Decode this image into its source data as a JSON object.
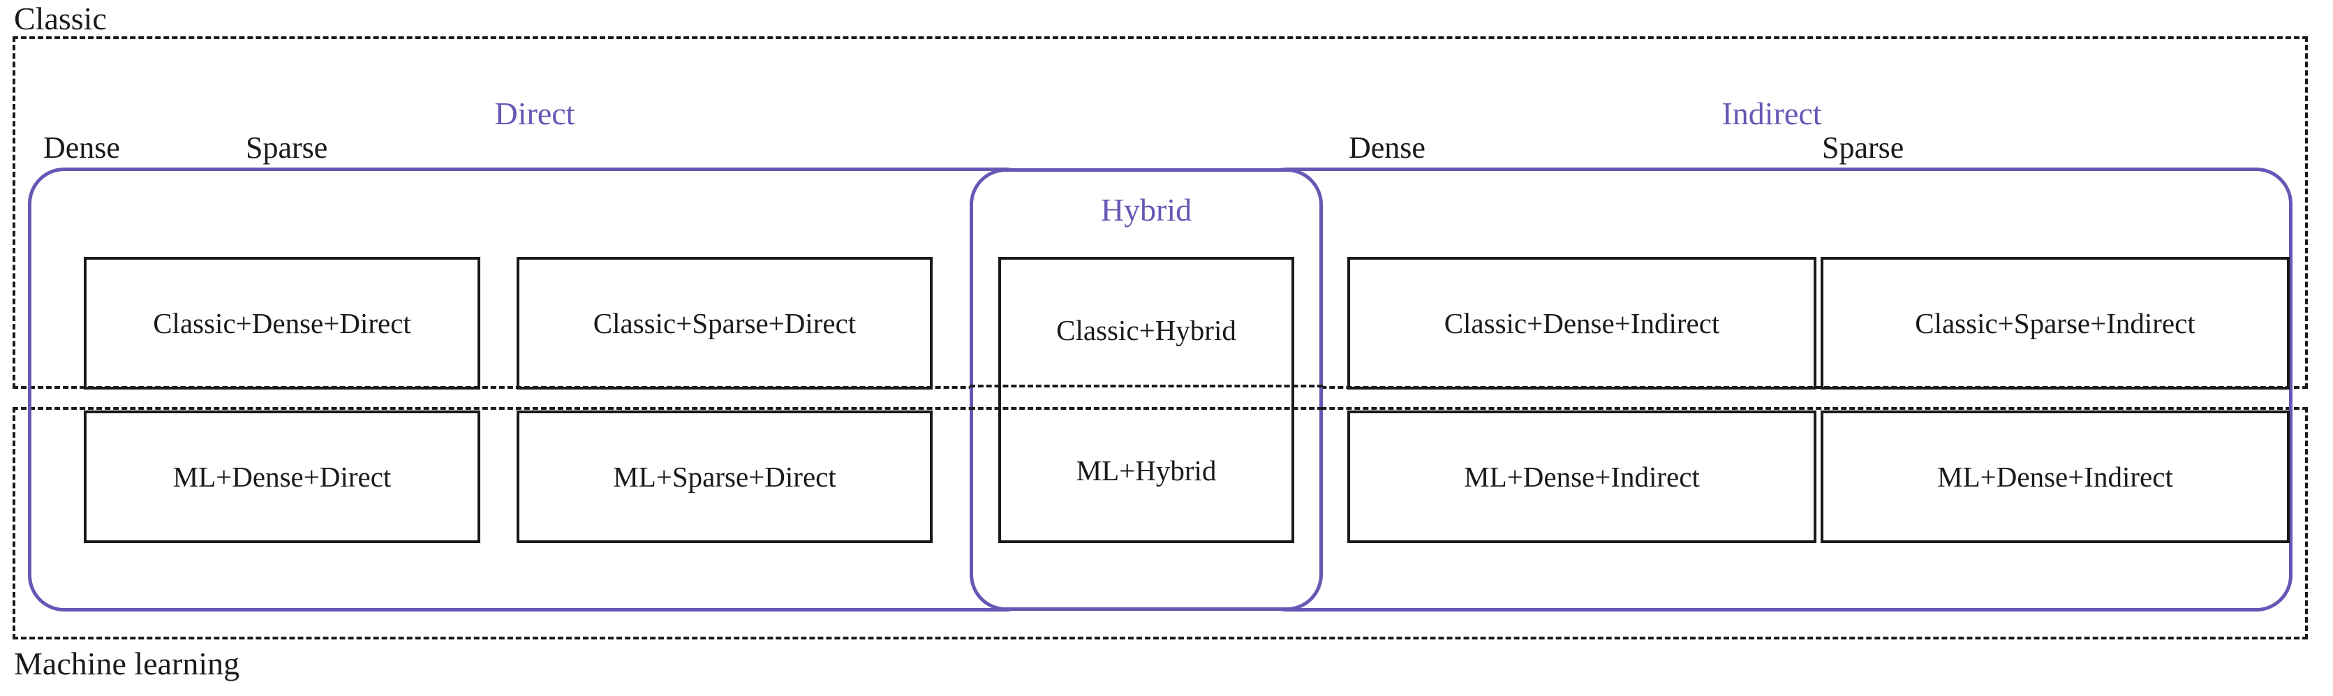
{
  "diagram": {
    "title_top": "Classic",
    "title_bottom": "Machine learning",
    "accent_color": "#6558b5",
    "line_color": "#1a1a1a",
    "groups": [
      {
        "id": "direct",
        "label": "Direct"
      },
      {
        "id": "hybrid",
        "label": "Hybrid"
      },
      {
        "id": "indirect",
        "label": "Indirect"
      }
    ],
    "columns": [
      {
        "id": "direct-dense",
        "group": "direct",
        "label": "Dense",
        "classic_cell": "Classic+Dense+Direct",
        "ml_cell": "ML+Dense+Direct"
      },
      {
        "id": "direct-sparse",
        "group": "direct",
        "label": "Sparse",
        "classic_cell": "Classic+Sparse+Direct",
        "ml_cell": "ML+Sparse+Direct"
      },
      {
        "id": "hybrid",
        "group": "hybrid",
        "label": "Hybrid",
        "classic_cell": "Classic+Hybrid",
        "ml_cell": "ML+Hybrid"
      },
      {
        "id": "indirect-dense",
        "group": "indirect",
        "label": "Dense",
        "classic_cell": "Classic+Dense+Indirect",
        "ml_cell": "ML+Dense+Indirect"
      },
      {
        "id": "indirect-sparse",
        "group": "indirect",
        "label": "Sparse",
        "classic_cell": "Classic+Sparse+Indirect",
        "ml_cell": "ML+Dense+Indirect"
      }
    ]
  }
}
